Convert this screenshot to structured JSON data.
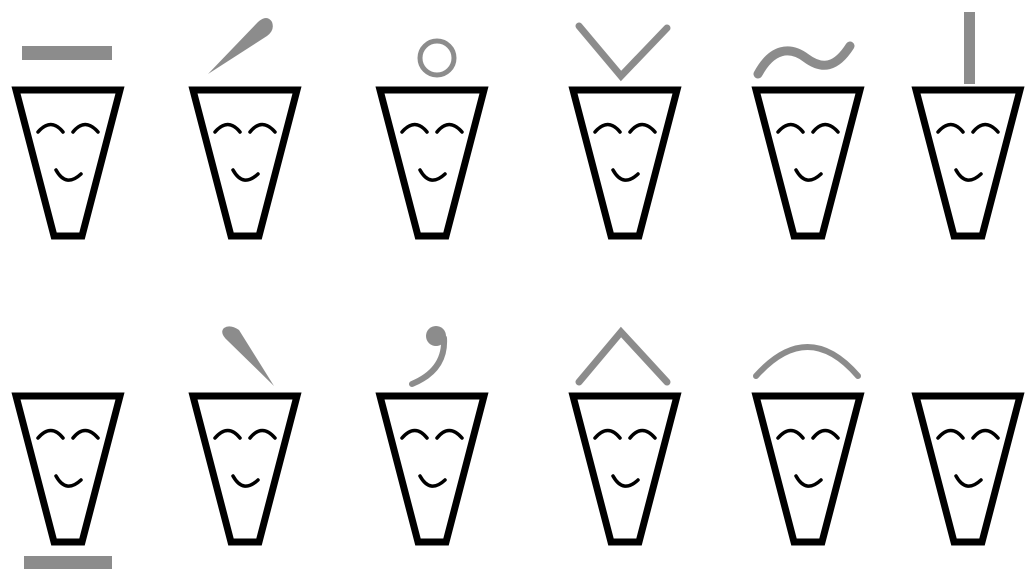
{
  "colors": {
    "background": "#ffffff",
    "face_outline": "#000000",
    "mark": "#8c8c8c"
  },
  "rows": [
    {
      "faces": [
        {
          "mark": "macron-bar-above",
          "mark_icon": "macron-bar-icon"
        },
        {
          "mark": "acute-stroke",
          "mark_icon": "acute-accent-icon"
        },
        {
          "mark": "ring-above",
          "mark_icon": "ring-icon"
        },
        {
          "mark": "check-v",
          "mark_icon": "check-v-icon"
        },
        {
          "mark": "tilde",
          "mark_icon": "tilde-icon"
        },
        {
          "mark": "vertical-bar",
          "mark_icon": "vertical-bar-icon"
        }
      ]
    },
    {
      "faces": [
        {
          "mark": "bar-below",
          "mark_icon": "underbar-icon"
        },
        {
          "mark": "grave-stroke",
          "mark_icon": "grave-accent-icon"
        },
        {
          "mark": "comma-hook",
          "mark_icon": "comma-hook-icon"
        },
        {
          "mark": "caret",
          "mark_icon": "caret-icon"
        },
        {
          "mark": "arc",
          "mark_icon": "arc-icon"
        },
        {
          "mark": "none",
          "mark_icon": ""
        }
      ]
    }
  ]
}
